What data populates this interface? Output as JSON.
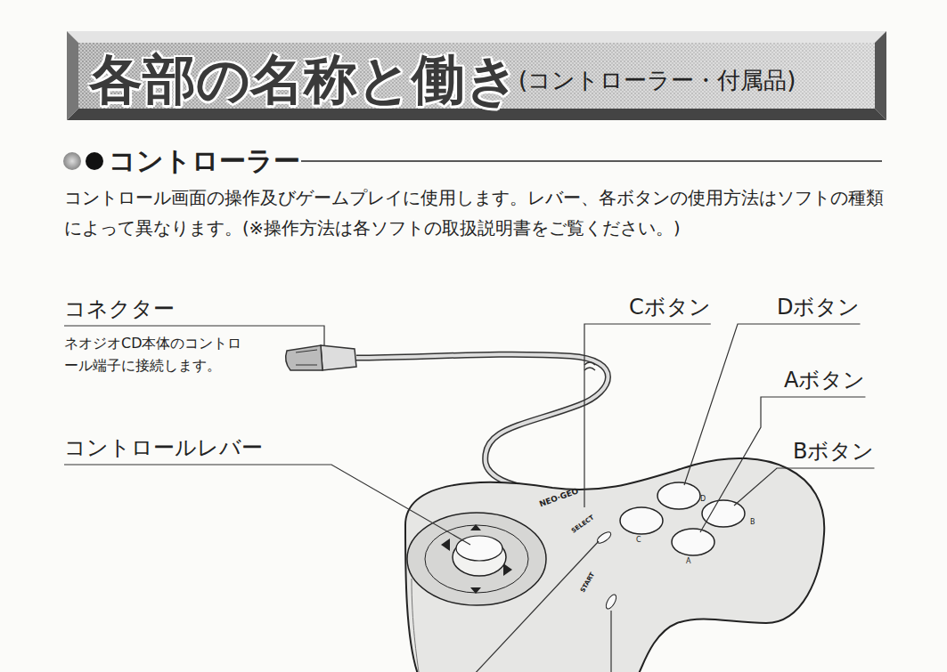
{
  "diagram": {
    "title": "各部の名称と働き",
    "labels": [
      "(コントローラー・付属品)",
      "コントローラー",
      "コントロール画面の操作及びゲームプレイに使用します。レバー、各ボタンの使用方法はソフトの種類によって異なります。(※操作方法は各ソフトの取扱説明書をご覧ください。)",
      "コネクター",
      "ネオジオCD本体のコントロール端子に接続します。",
      "コントロールレバー",
      "Cボタン",
      "Dボタン",
      "Aボタン",
      "Bボタン",
      "NEO·GEO",
      "SELECT",
      "START",
      "C",
      "D",
      "A",
      "B"
    ]
  }
}
